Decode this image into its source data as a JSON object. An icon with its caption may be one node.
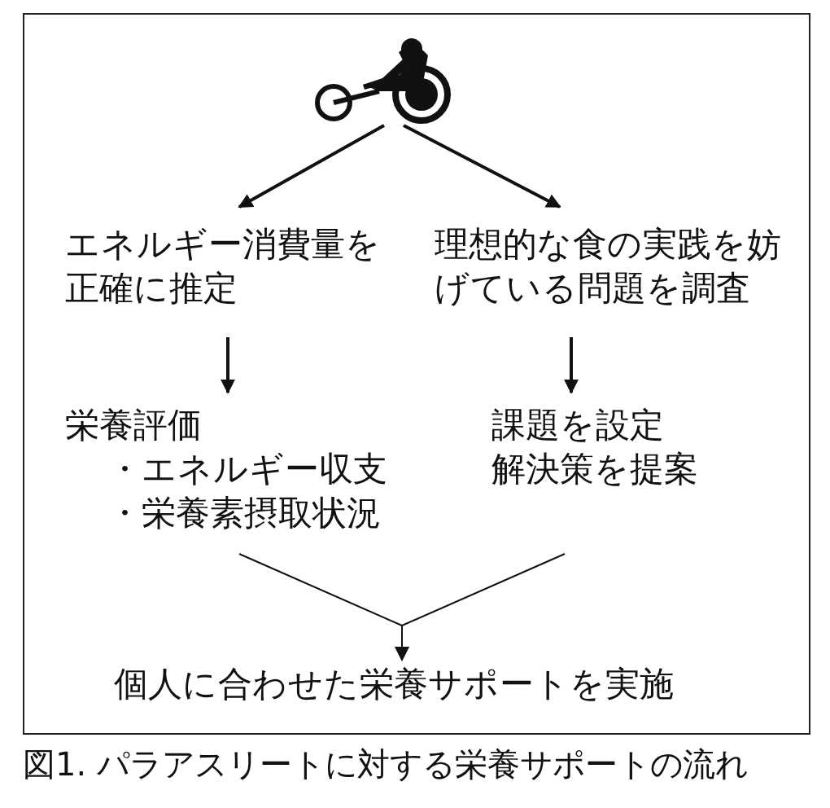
{
  "diagram": {
    "caption": "図1. パラアスリートに対する栄養サポートの流れ",
    "nodes": [
      {
        "text": [],
        "shape": "picture"
      },
      {
        "text": [
          "エネルギー消費量を正確に推定"
        ]
      },
      {
        "text": [
          "理想的な食の実践を妨げている問題を調査"
        ]
      },
      {
        "text": [
          "栄養評価",
          "・エネルギー収支",
          "・栄養素摂取状況"
        ]
      },
      {
        "text": [
          "課題を設定",
          "解決策を提案"
        ]
      },
      {
        "text": [
          "個人に合わせた栄養サポートを実施"
        ]
      }
    ],
    "edges": [
      {
        "from": 0,
        "to": 1,
        "arrow": "to"
      },
      {
        "from": 0,
        "to": 2,
        "arrow": "to"
      },
      {
        "from": 1,
        "to": 3,
        "arrow": "to"
      },
      {
        "from": 2,
        "to": 4,
        "arrow": "to"
      },
      {
        "from": 3,
        "to": 5,
        "arrow": "to"
      },
      {
        "from": 4,
        "to": 5,
        "arrow": "to"
      }
    ]
  }
}
